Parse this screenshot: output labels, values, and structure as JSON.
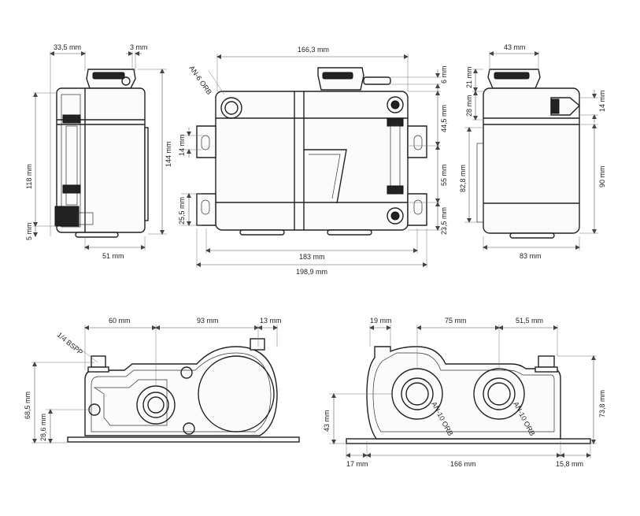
{
  "views": {
    "side_left": {
      "dims": {
        "top_width": "33,5 mm",
        "top_small": "3 mm",
        "height_118": "118 mm",
        "height_144": "144 mm",
        "bottom_5": "5 mm",
        "width_51": "51 mm"
      }
    },
    "front": {
      "dims": {
        "top_width": "166,3 mm",
        "port_label": "AN-6 ORB",
        "d6": "6 mm",
        "d14": "14 mm",
        "d44": "44,5 mm",
        "d55": "55 mm",
        "d25": "25,5 mm",
        "d23": "23,5 mm",
        "w183": "183 mm",
        "w198": "198,9 mm"
      }
    },
    "side_right": {
      "dims": {
        "top_width": "43 mm",
        "d21": "21 mm",
        "d28": "28 mm",
        "d14": "14 mm",
        "d82": "82,8 mm",
        "d90": "90 mm",
        "w83": "83 mm"
      }
    },
    "bottom_left": {
      "dims": {
        "d60": "60 mm",
        "d93": "93 mm",
        "d13": "13 mm",
        "port_label": "1/4 BSPP",
        "h68": "68,5 mm",
        "h28": "28,6 mm"
      }
    },
    "bottom_right": {
      "dims": {
        "d19": "19 mm",
        "d75": "75 mm",
        "d51": "51,5 mm",
        "h43": "43 mm",
        "h73": "73,8 mm",
        "port_a": "AN-10 ORB",
        "port_b": "AN-10 ORB",
        "d17": "17 mm",
        "d166": "166 mm",
        "d15": "15,8 mm"
      }
    }
  }
}
